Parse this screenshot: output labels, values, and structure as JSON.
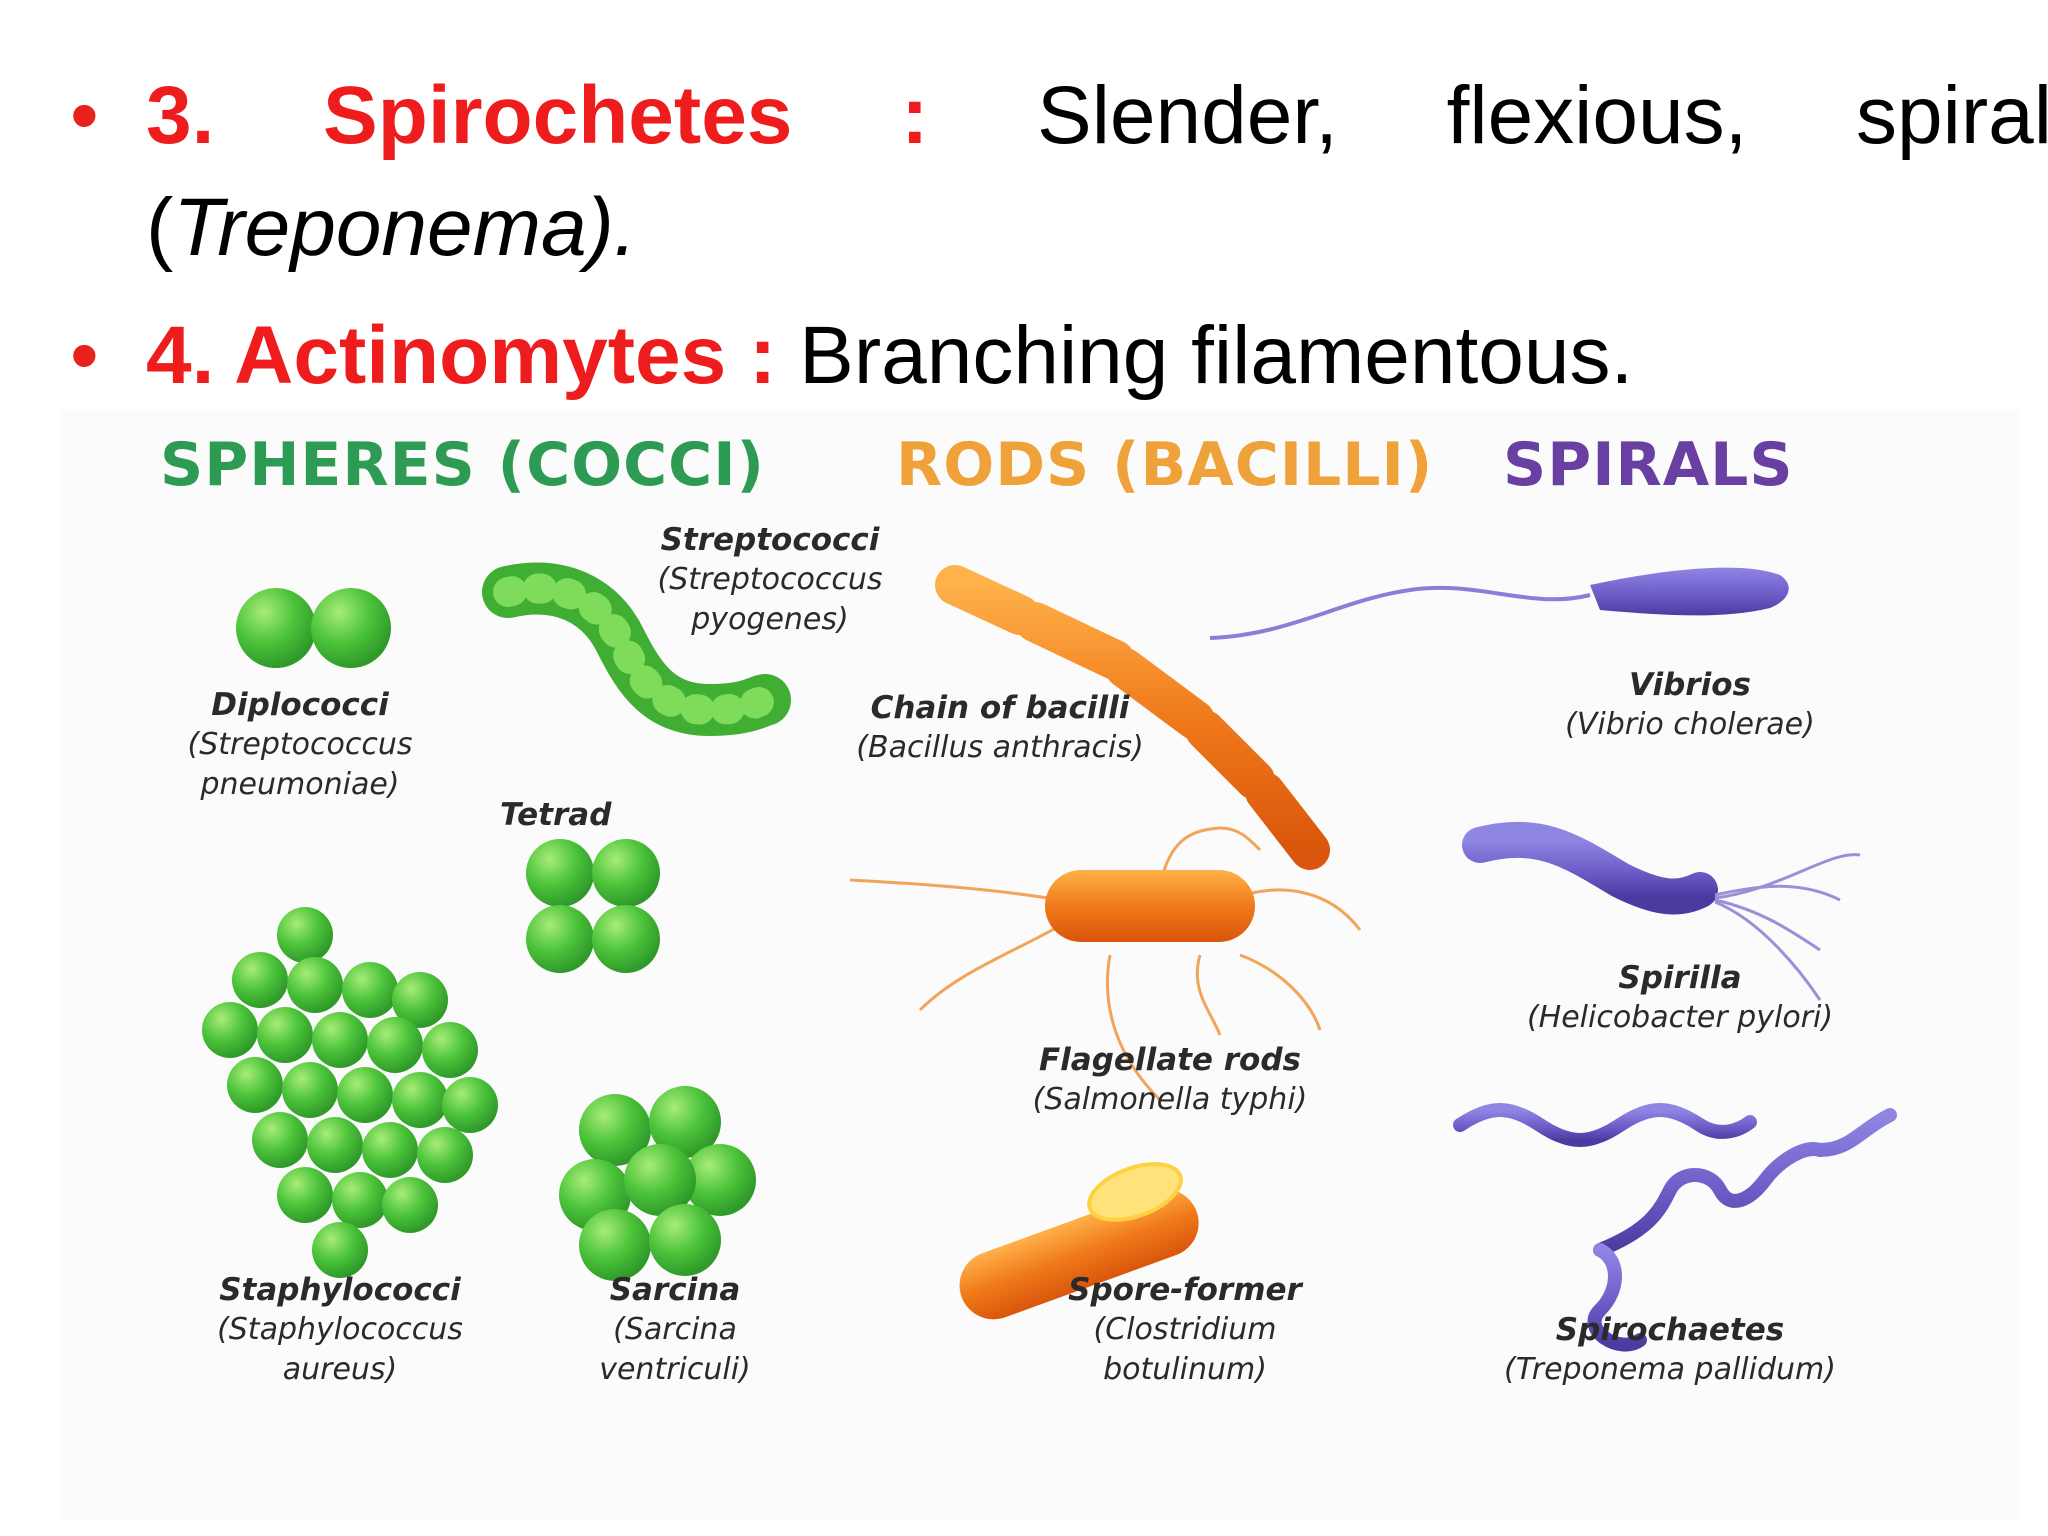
{
  "bullets": [
    {
      "bullet": "•",
      "heading": "3. Spirochetes :",
      "text_words": [
        "Slender,",
        "flexious,",
        "spiral"
      ],
      "line2_open": "(",
      "line2_italic": "Treponema).",
      "heading_word1": "3.",
      "heading_word2": "Spirochetes",
      "heading_colon": ":"
    },
    {
      "bullet": "•",
      "heading": "4. Actinomytes :",
      "text": " Branching filamentous."
    }
  ],
  "figure": {
    "headings": {
      "cocci": "SPHERES (COCCI)",
      "bacilli": "RODS (BACILLI)",
      "spirals": "SPIRALS"
    },
    "colors": {
      "cocci": "#2e9b55",
      "bacilli": "#f0a23a",
      "spirals": "#6a3fa2",
      "text_red": "#ee1c1c",
      "green_cell": "#4cc43a",
      "orange_cell": "#f07a1a",
      "purple_cell": "#6e5dc8"
    },
    "labels": {
      "streptococci": {
        "name": "Streptococci",
        "sci1": "(Streptococcus",
        "sci2": "pyogenes)"
      },
      "diplococci": {
        "name": "Diplococci",
        "sci1": "(Streptococcus",
        "sci2": "pneumoniae)"
      },
      "tetrad": {
        "name": "Tetrad"
      },
      "staphylococci": {
        "name": "Staphylococci",
        "sci1": "(Staphylococcus",
        "sci2": "aureus)"
      },
      "sarcina": {
        "name": "Sarcina",
        "sci1": "(Sarcina",
        "sci2": "ventriculi)"
      },
      "chain_bacilli": {
        "name": "Chain of bacilli",
        "sci1": "(Bacillus anthracis)"
      },
      "flagellate": {
        "name": "Flagellate rods",
        "sci1": "(Salmonella typhi)"
      },
      "spore": {
        "name": "Spore-former",
        "sci1": "(Clostridium",
        "sci2": "botulinum)"
      },
      "vibrios": {
        "name": "Vibrios",
        "sci1": "(Vibrio cholerae)"
      },
      "spirilla": {
        "name": "Spirilla",
        "sci1": "(Helicobacter pylori)"
      },
      "spirochaetes": {
        "name": "Spirochaetes",
        "sci1": "(Treponema pallidum)"
      }
    }
  }
}
